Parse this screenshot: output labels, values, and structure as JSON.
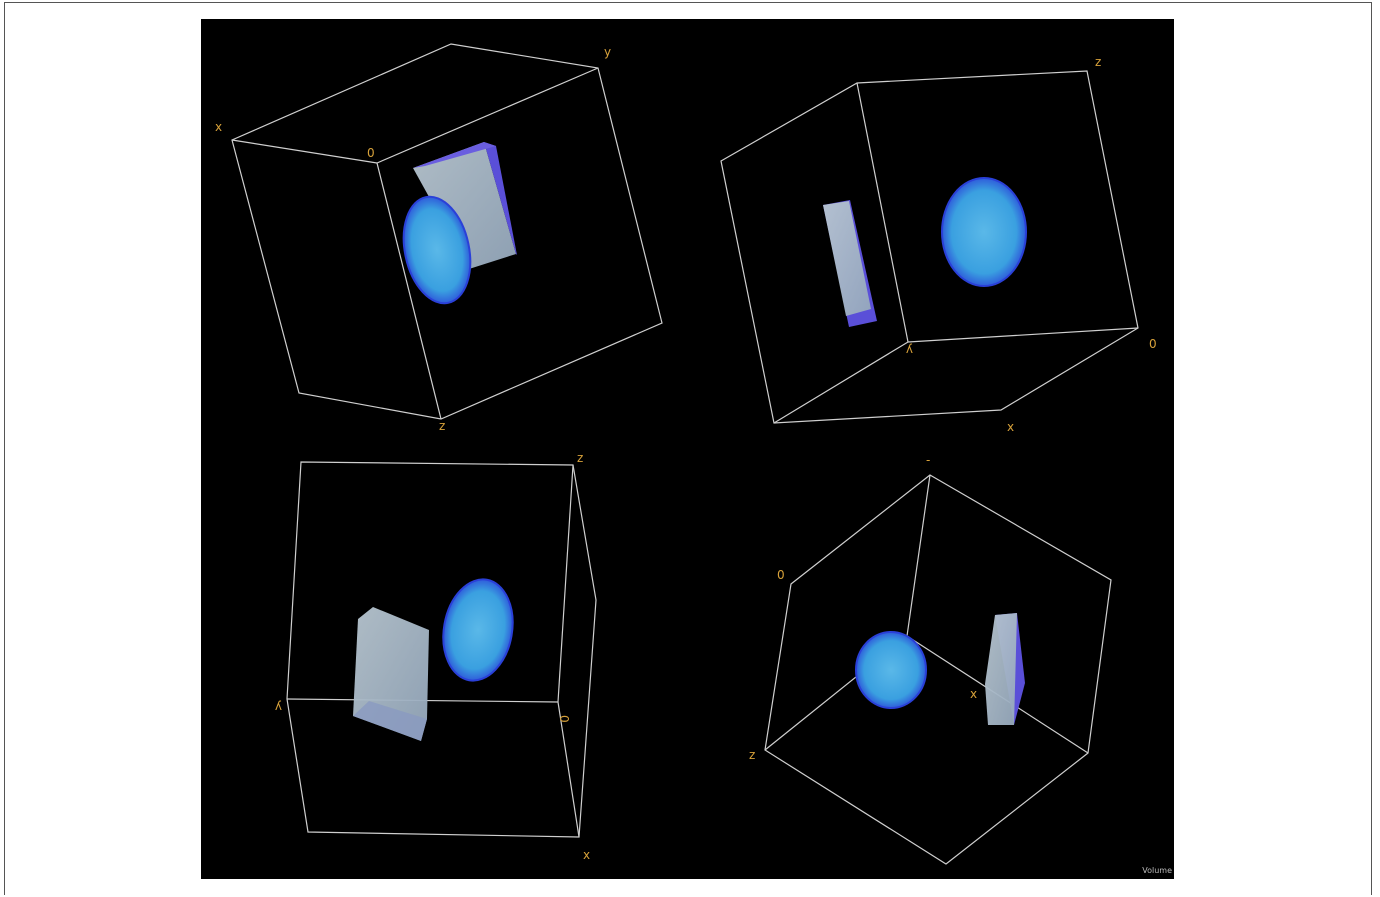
{
  "scene": {
    "status_text": "Volume",
    "colors": {
      "background": "#000000",
      "wireframe": "#cfcfcf",
      "axis_label": "#d8a23a",
      "ellipsoid": "#4aa8e8",
      "ellipsoid_edge": "#3a55e0",
      "box_face": "#a9b8c8",
      "box_side": "#5a4fd8"
    },
    "views": [
      {
        "name": "top-left",
        "labels": {
          "x": "x",
          "y": "y",
          "z": "z",
          "origin": "0"
        }
      },
      {
        "name": "top-right",
        "labels": {
          "x": "x",
          "y": "y",
          "z": "z",
          "origin": "0"
        }
      },
      {
        "name": "bottom-left",
        "labels": {
          "x": "x",
          "y": "y",
          "z": "z",
          "origin": "0"
        }
      },
      {
        "name": "bottom-right",
        "labels": {
          "x": "x",
          "y": "-",
          "z": "z",
          "origin": "0"
        }
      }
    ]
  }
}
